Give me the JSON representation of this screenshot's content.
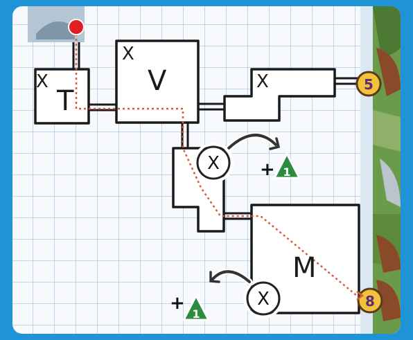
{
  "board": {
    "background": "#f7f9fc",
    "grid_color": "#9cc1e6",
    "frame_color": "#1e93d6",
    "path_color": "#e0583a",
    "start_marker_color": "#e02020"
  },
  "rooms": [
    {
      "id": "room-T",
      "letter": "T",
      "mark": "X"
    },
    {
      "id": "room-V",
      "letter": "V",
      "mark": "X"
    },
    {
      "id": "room-right",
      "letter": "",
      "mark": "X"
    },
    {
      "id": "room-M",
      "letter": "M",
      "mark": ""
    },
    {
      "id": "room-mid",
      "letter": "",
      "mark": ""
    }
  ],
  "crossed_circles": [
    {
      "label": "X"
    },
    {
      "label": "X"
    }
  ],
  "bonuses": [
    {
      "plus": "+",
      "value": "1"
    },
    {
      "plus": "+",
      "value": "1"
    }
  ],
  "exits": [
    {
      "value": "5"
    },
    {
      "value": "8"
    }
  ]
}
